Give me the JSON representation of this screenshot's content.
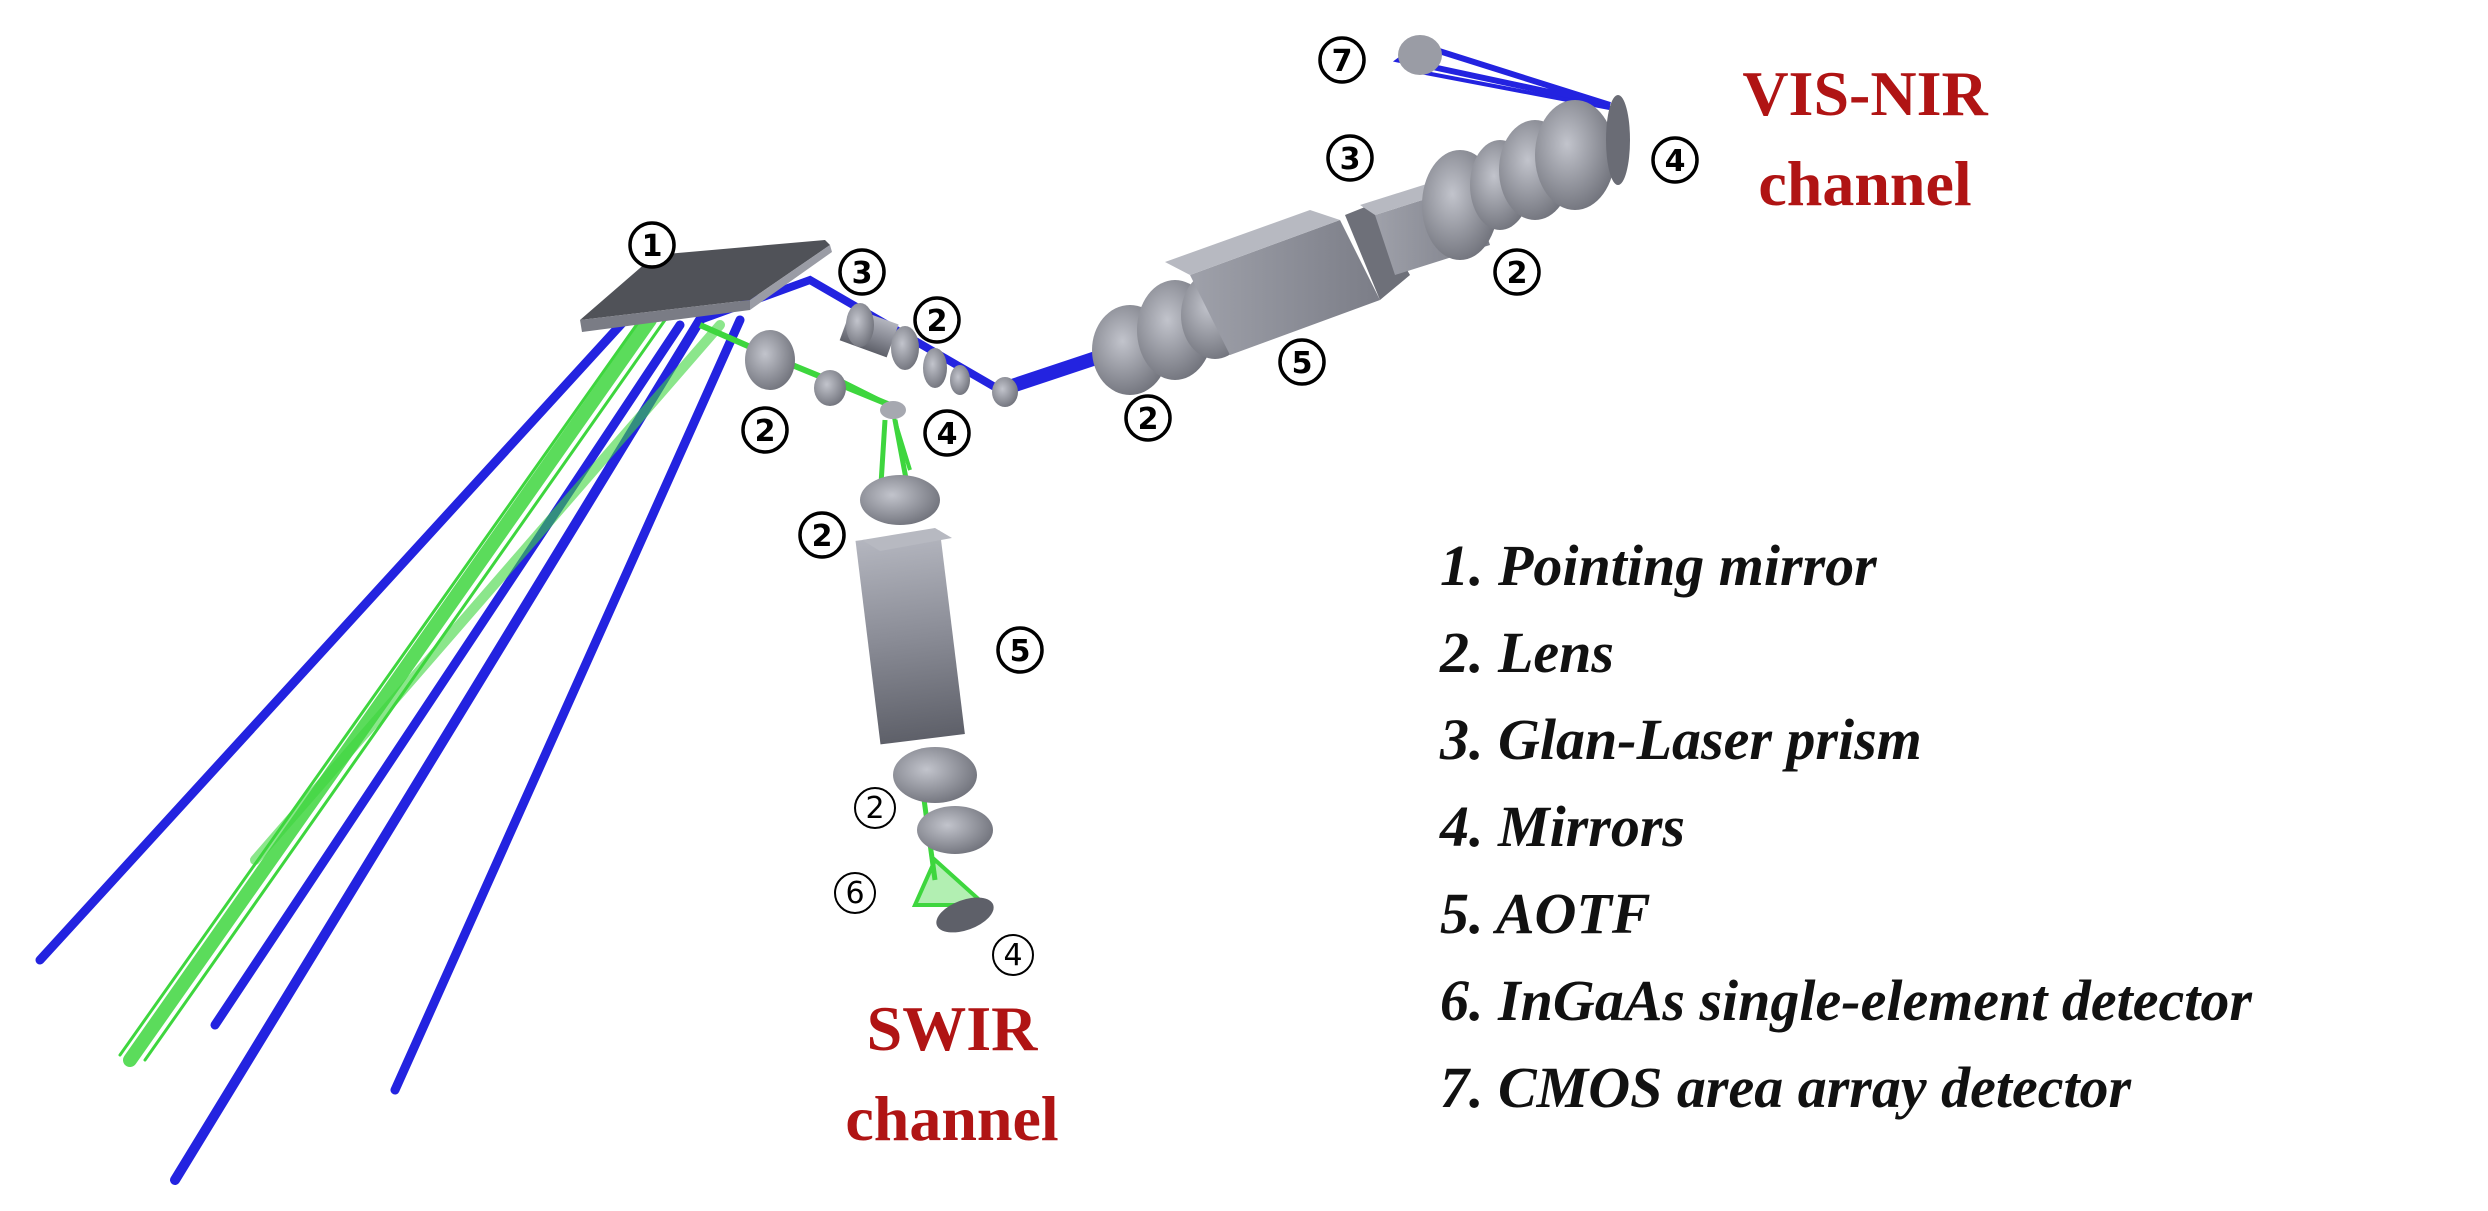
{
  "channels": {
    "vis_nir": [
      "VIS-NIR",
      "channel"
    ],
    "swir": [
      "SWIR",
      "channel"
    ]
  },
  "legend": [
    "1. Pointing mirror",
    "2. Lens",
    "3. Glan-Laser prism",
    "4. Mirrors",
    "5. AOTF",
    "6. InGaAs single-element detector",
    "7. CMOS area array detector"
  ],
  "markers": {
    "pointing_mirror": "1",
    "prism_front": "3",
    "lens_front_right": "2",
    "lens_front_left": "2",
    "fold_mirror_swir": "4",
    "lens_vis_lower": "2",
    "aotf_vis": "5",
    "lens_vis_upper": "2",
    "prism_vis": "3",
    "cmos_detector": "7",
    "mirror_vis": "4",
    "lens_swir_upper": "2",
    "aotf_swir": "5",
    "lens_swir_lower": "2",
    "ingaas_detector": "6",
    "mirror_swir": "4"
  },
  "colors": {
    "blue_rays": "#2323e0",
    "green_rays": "#3ed63e",
    "component_gray": "#8a8c96",
    "component_dark": "#585a63",
    "channel_label": "#b01414"
  }
}
